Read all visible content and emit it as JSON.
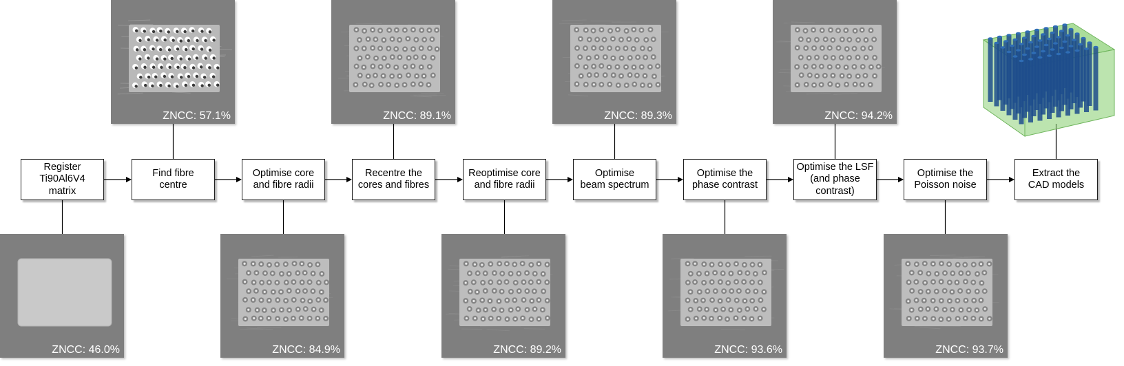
{
  "steps": [
    {
      "label": "Register\nTi90Al6V4\nmatrix"
    },
    {
      "label": "Find fibre\ncentre"
    },
    {
      "label": "Optimise core\nand fibre radii"
    },
    {
      "label": "Recentre the\ncores and fibres"
    },
    {
      "label": "Reoptimise core\nand fibre radii"
    },
    {
      "label": "Optimise\nbeam spectrum"
    },
    {
      "label": "Optimise the\nphase contrast"
    },
    {
      "label": "Optimise the LSF\n(and phase\ncontrast)"
    },
    {
      "label": "Optimise the\nPoisson noise"
    },
    {
      "label": "Extract the\nCAD models"
    }
  ],
  "panels": [
    {
      "znc": "ZNCC: 46.0%",
      "kind": "matrix"
    },
    {
      "znc": "ZNCC: 57.1%",
      "kind": "bright"
    },
    {
      "znc": "ZNCC: 84.9%",
      "kind": "fibres"
    },
    {
      "znc": "ZNCC: 89.1%",
      "kind": "fibres"
    },
    {
      "znc": "ZNCC: 89.2%",
      "kind": "fibres"
    },
    {
      "znc": "ZNCC: 89.3%",
      "kind": "fibres"
    },
    {
      "znc": "ZNCC: 93.6%",
      "kind": "fibres"
    },
    {
      "znc": "ZNCC: 94.2%",
      "kind": "fibres"
    },
    {
      "znc": "ZNCC: 93.7%",
      "kind": "fibres"
    }
  ],
  "colors": {
    "panel_bg": "#7f7f7f",
    "box_border": "#1f1f1f",
    "cad_green": "#8fd27a",
    "cad_blue": "#1e4e8c"
  },
  "icons": {
    "ct_slice": "ct-slice-image",
    "cad_model": "cad-model-render"
  }
}
